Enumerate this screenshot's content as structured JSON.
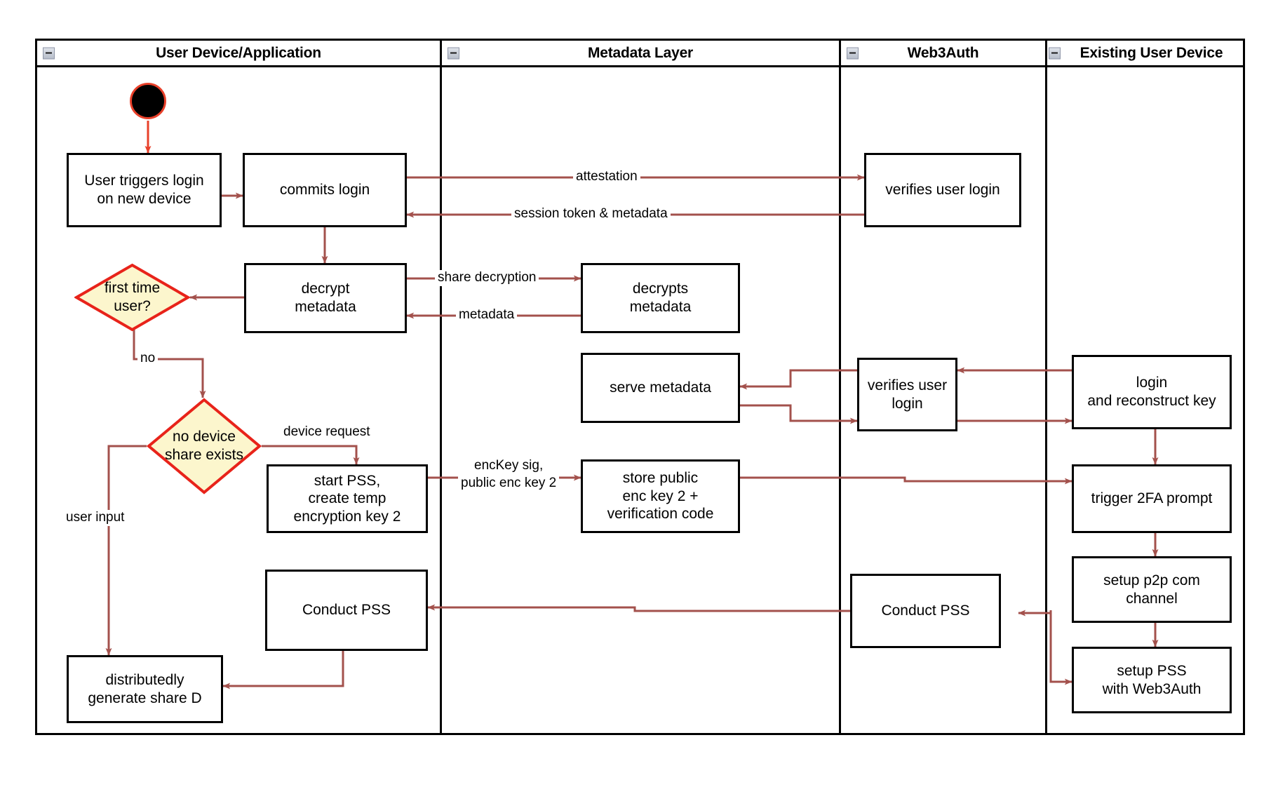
{
  "diagram": {
    "type": "uml-activity-swimlane",
    "colors": {
      "lane_border": "#000000",
      "node_border": "#000000",
      "node_fill": "#ffffff",
      "arrow": "#a3514c",
      "start_arrow": "#e8402a",
      "decision_fill": "#fcf6cd",
      "decision_border": "#e8231a",
      "start_node_fill": "#000000",
      "start_node_border": "#e8402a",
      "text": "#000000"
    },
    "lanes": [
      {
        "id": "user-device",
        "title": "User Device/Application",
        "collapse_icon": "minus-icon"
      },
      {
        "id": "metadata-layer",
        "title": "Metadata Layer",
        "collapse_icon": "minus-icon"
      },
      {
        "id": "web3auth",
        "title": "Web3Auth",
        "collapse_icon": "minus-icon"
      },
      {
        "id": "existing-user-device",
        "title": "Existing User Device",
        "collapse_icon": "minus-icon"
      }
    ],
    "start_node": {
      "name": "start-node",
      "label": ""
    },
    "nodes": [
      {
        "id": "user-triggers-login",
        "lane": "user-device",
        "kind": "activity",
        "label": "User triggers login\non new device"
      },
      {
        "id": "commits-login",
        "lane": "user-device",
        "kind": "activity",
        "label": "commits login"
      },
      {
        "id": "decrypt-metadata",
        "lane": "user-device",
        "kind": "activity",
        "label": "decrypt\nmetadata"
      },
      {
        "id": "first-time-user",
        "lane": "user-device",
        "kind": "decision",
        "label": "first time\nuser?"
      },
      {
        "id": "no-device-share-exists",
        "lane": "user-device",
        "kind": "decision",
        "label": "no device\nshare exists"
      },
      {
        "id": "start-pss-create-temp-key",
        "lane": "user-device",
        "kind": "activity",
        "label": "start PSS,\ncreate temp\nencryption key 2"
      },
      {
        "id": "conduct-pss-user",
        "lane": "user-device",
        "kind": "activity",
        "label": "Conduct PSS"
      },
      {
        "id": "distributedly-generate-share-d",
        "lane": "user-device",
        "kind": "activity",
        "label": "distributedly\ngenerate share D"
      },
      {
        "id": "decrypts-metadata",
        "lane": "metadata-layer",
        "kind": "activity",
        "label": "decrypts\nmetadata"
      },
      {
        "id": "serve-metadata",
        "lane": "metadata-layer",
        "kind": "activity",
        "label": "serve metadata"
      },
      {
        "id": "store-public-enc-key-2",
        "lane": "metadata-layer",
        "kind": "activity",
        "label": "store public\nenc key 2 +\nverification code"
      },
      {
        "id": "verifies-user-login-1",
        "lane": "web3auth",
        "kind": "activity",
        "label": "verifies user login"
      },
      {
        "id": "verifies-user-login-2",
        "lane": "web3auth",
        "kind": "activity",
        "label": "verifies user login"
      },
      {
        "id": "conduct-pss-web3auth",
        "lane": "web3auth",
        "kind": "activity",
        "label": "Conduct PSS"
      },
      {
        "id": "login-and-reconstruct-key",
        "lane": "existing-user-device",
        "kind": "activity",
        "label": "login\nand reconstruct key"
      },
      {
        "id": "trigger-2fa-prompt",
        "lane": "existing-user-device",
        "kind": "activity",
        "label": "trigger 2FA prompt"
      },
      {
        "id": "setup-p2p-com-channel",
        "lane": "existing-user-device",
        "kind": "activity",
        "label": "setup p2p com\nchannel"
      },
      {
        "id": "setup-pss-with-web3auth",
        "lane": "existing-user-device",
        "kind": "activity",
        "label": "setup PSS\nwith Web3Auth"
      }
    ],
    "edge_labels": [
      {
        "id": "attestation",
        "text": "attestation"
      },
      {
        "id": "session-token-metadata",
        "text": "session token & metadata"
      },
      {
        "id": "share-decryption",
        "text": "share decryption"
      },
      {
        "id": "metadata",
        "text": "metadata"
      },
      {
        "id": "no",
        "text": "no"
      },
      {
        "id": "device-request",
        "text": "device request"
      },
      {
        "id": "enckey-sig",
        "text": "encKey sig,\npublic enc key 2"
      },
      {
        "id": "user-input",
        "text": "user input"
      }
    ]
  }
}
